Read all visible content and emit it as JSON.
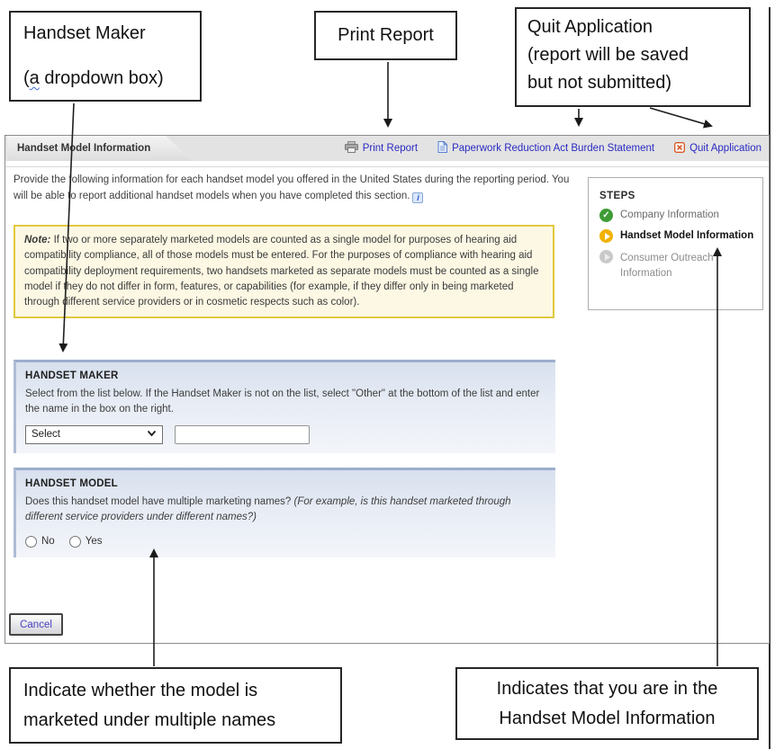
{
  "callouts": {
    "handset_maker": {
      "line1": "Handset Maker",
      "line2_open": "(",
      "line2_word": "a",
      "line2_rest": " dropdown box)"
    },
    "print_report": {
      "label": "Print Report"
    },
    "quit_application": {
      "lines": [
        "Quit Application",
        "(report will be saved",
        "but not submitted)"
      ]
    },
    "multiple_names": {
      "lines": [
        "Indicate whether the model is",
        "marketed under multiple names"
      ]
    },
    "current_step": {
      "lines": [
        "Indicates that you are in the",
        "Handset Model Information"
      ]
    }
  },
  "header": {
    "tab_title": "Handset Model Information"
  },
  "toolbar": {
    "print_report": "Print Report",
    "paperwork": "Paperwork Reduction Act Burden Statement",
    "quit": "Quit Application"
  },
  "intro": {
    "text": "Provide the following information for each handset model you offered in the United States during the reporting period. You will be able to report additional handset models when you have completed this section.",
    "info_icon_glyph": "i"
  },
  "note": {
    "label": "Note:",
    "text": " If two or more separately marketed models are counted as a single model for purposes of hearing aid compatibility compliance, all of those models must be entered.  For the purposes of compliance with hearing aid compatibility deployment requirements, two handsets marketed as separate models must be counted as a single model if they do not differ in form, features, or capabilities (for example, if they differ only in being marketed through different service providers or in cosmetic respects such as color)."
  },
  "steps": {
    "title": "STEPS",
    "items": [
      {
        "label": "Company Information",
        "status": "complete"
      },
      {
        "label": "Handset Model Information",
        "status": "current"
      },
      {
        "label": "Consumer Outreach Information",
        "status": "pending"
      }
    ]
  },
  "maker_section": {
    "title": "HANDSET MAKER",
    "instructions": "Select from the list below. If the Handset Maker is not on the list, select \"Other\" at the bottom of the list and enter the name in the box on the right.",
    "dropdown_value": "Select",
    "other_input_value": ""
  },
  "model_section": {
    "title": "HANDSET MODEL",
    "question": "Does this handset model have multiple marketing names? ",
    "question_example": "(For example, is this handset marketed through different service providers under different names?)",
    "options": {
      "no": "No",
      "yes": "Yes"
    }
  },
  "actions": {
    "cancel": "Cancel"
  },
  "colors": {
    "link_blue": "#2a2ac4",
    "note_bg": "#fdf8e4",
    "note_border": "#e2c83d",
    "step_complete_green": "#3f9c35",
    "step_current_gold": "#f2b200",
    "step_pending_gray": "#c9c9c9",
    "section_border_blue": "#9cafcd",
    "quit_icon_orange": "#d4541f",
    "cancel_text_purple": "#4a43bd"
  }
}
